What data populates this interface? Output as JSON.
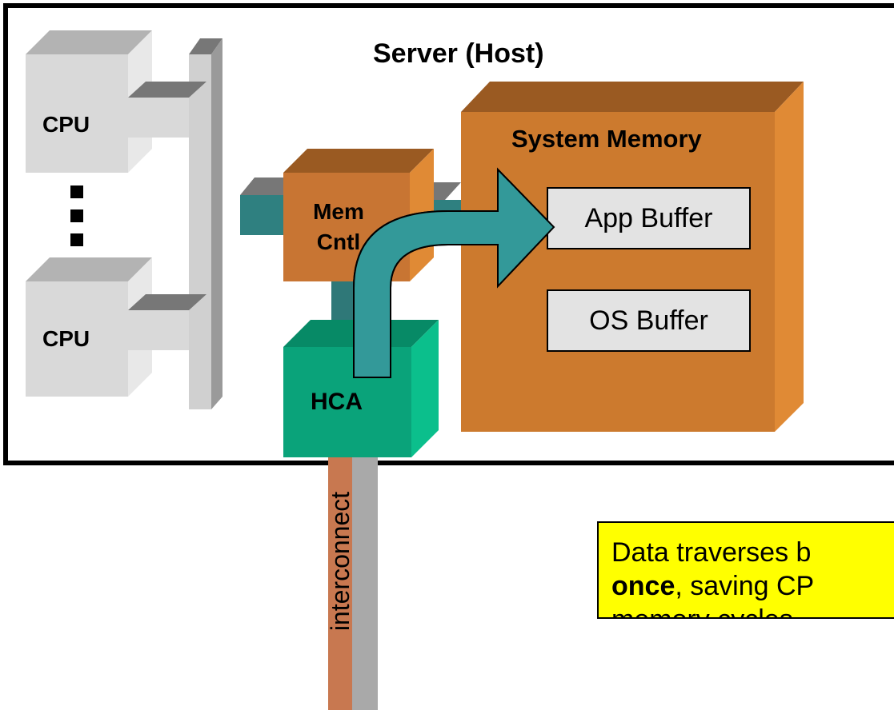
{
  "diagram": {
    "title": "Server (Host)",
    "cpu_top_label": "CPU",
    "cpu_bottom_label": "CPU",
    "mem_controller_label_line1": "Mem",
    "mem_controller_label_line2": "Cntl",
    "hca_label": "HCA",
    "system_memory_label": "System Memory",
    "app_buffer_label": "App Buffer",
    "os_buffer_label": "OS Buffer",
    "interconnect_label": "interconnect",
    "note": {
      "line1": "Data traverses b",
      "line2_bold": "once",
      "line2_rest": ", saving CP",
      "line3": "memory cycles"
    }
  },
  "colors": {
    "cpu": "#d9d9d9",
    "bus": "#bfbfbf",
    "mem_controller": "#c87533",
    "system_memory": "#cc7a2e",
    "hca": "#0aa37a",
    "arrow": "#339999",
    "note_bg": "#ffff00",
    "interconnect_cable": "#c87850"
  }
}
